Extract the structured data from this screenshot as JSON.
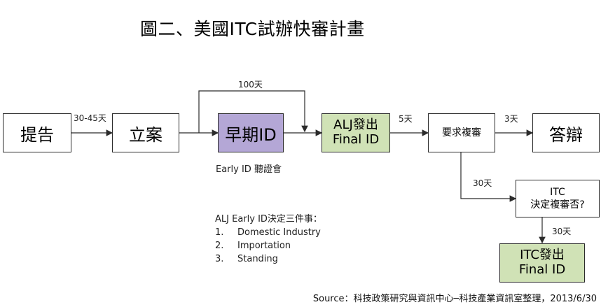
{
  "title": "圖二、美國ITC試辦快審計畫",
  "nodes": {
    "complaint": "提告",
    "institution": "立案",
    "early": "早期ID",
    "alj_line1": "ALJ發出",
    "alj_line2": "Final ID",
    "review_request": "要求複審",
    "answer": "答辯",
    "decision_line1": "ITC",
    "decision_line2": "決定複審否?",
    "itc_line1": "ITC發出",
    "itc_line2": "Final ID"
  },
  "edges": {
    "complaint_to_institution": "30-45天",
    "institution_to_alj_bypass": "100天",
    "alj_to_review": "5天",
    "review_to_answer": "3天",
    "review_to_decision": "30天",
    "decision_to_itc": "30天"
  },
  "early_caption": "Early ID 聽證會",
  "note": {
    "heading": "ALJ Early ID決定三件事：",
    "items": [
      {
        "num": "1.",
        "text": "Domestic Industry"
      },
      {
        "num": "2.",
        "text": "Importation"
      },
      {
        "num": "3.",
        "text": "Standing"
      }
    ]
  },
  "source": "Source：科技政策研究與資訊中心─科技產業資訊室整理，2013/6/30",
  "colors": {
    "early_fill": "#b4a7d6",
    "final_fill": "#d0e2b6",
    "stroke": "#2b2b2b"
  }
}
